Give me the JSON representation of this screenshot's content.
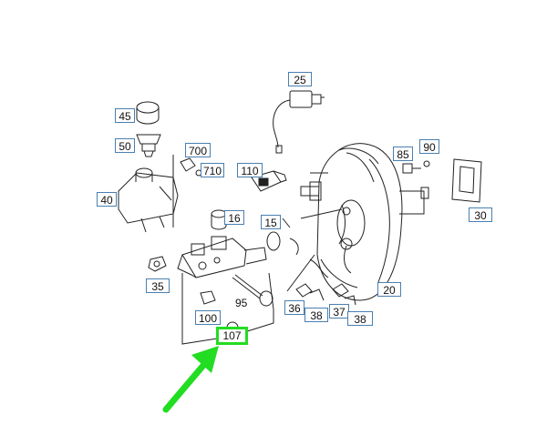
{
  "labels": {
    "l25": "25",
    "l45": "45",
    "l50": "50",
    "l700": "700",
    "l710": "710",
    "l110": "110",
    "l85": "85",
    "l90": "90",
    "l40": "40",
    "l16": "16",
    "l15": "15",
    "l30": "30",
    "l35": "35",
    "l95": "95",
    "l20": "20",
    "l36": "36",
    "l37": "37",
    "l38a": "38",
    "l38b": "38",
    "l100": "100",
    "l107": "107"
  },
  "colors": {
    "line": "#222222",
    "label_border": "#4a7fb0",
    "highlight": "#22dd22"
  }
}
